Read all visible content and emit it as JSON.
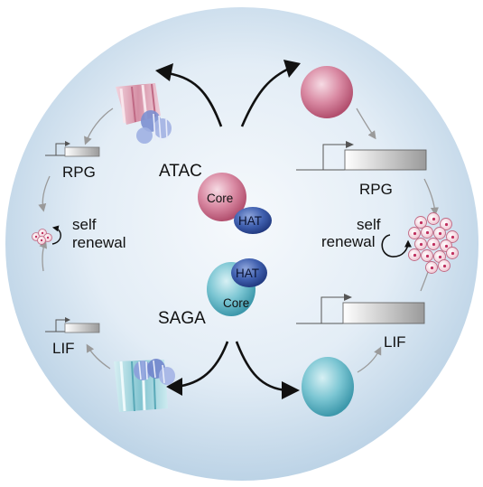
{
  "diagram": {
    "complexes": {
      "atac": {
        "name": "ATAC",
        "core": "Core",
        "hat": "HAT"
      },
      "saga": {
        "name": "SAGA",
        "core": "Core",
        "hat": "HAT"
      }
    },
    "genes": {
      "rpg_left": "RPG",
      "rpg_right": "RPG",
      "lif_left": "LIF",
      "lif_right": "LIF"
    },
    "outcomes": {
      "left": {
        "line1": "self",
        "line2": "renewal"
      },
      "right": {
        "line1": "self",
        "line2": "renewal"
      }
    },
    "colors": {
      "background_center": "#f4f7fb",
      "background_edge": "#c4d9ea",
      "atac_pink": "#c96b86",
      "saga_teal": "#5ab6c6",
      "hat_blue": "#2f4f9c",
      "gene_bar": "#a9a9a9",
      "arrow_grey": "#9a9a9a",
      "arrow_black": "#111111"
    },
    "icons": {
      "chromatin": "nucleosome-fiber-icon",
      "cell_cluster": "stem-cell-cluster-icon",
      "blob": "protein-blob-icon"
    }
  }
}
